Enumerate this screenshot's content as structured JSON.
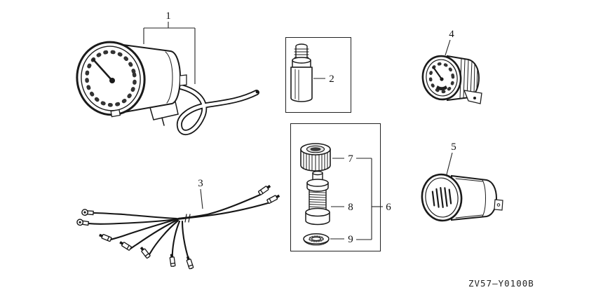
{
  "diagram": {
    "code": "ZV57—Y0100B",
    "labels": {
      "part1": "1",
      "part2": "2",
      "part3": "3",
      "part4": "4",
      "part5": "5",
      "part6": "6",
      "part7": "7",
      "part8": "8",
      "part9": "9"
    },
    "colors": {
      "line": "#1a1a1a",
      "background": "#ffffff"
    }
  }
}
